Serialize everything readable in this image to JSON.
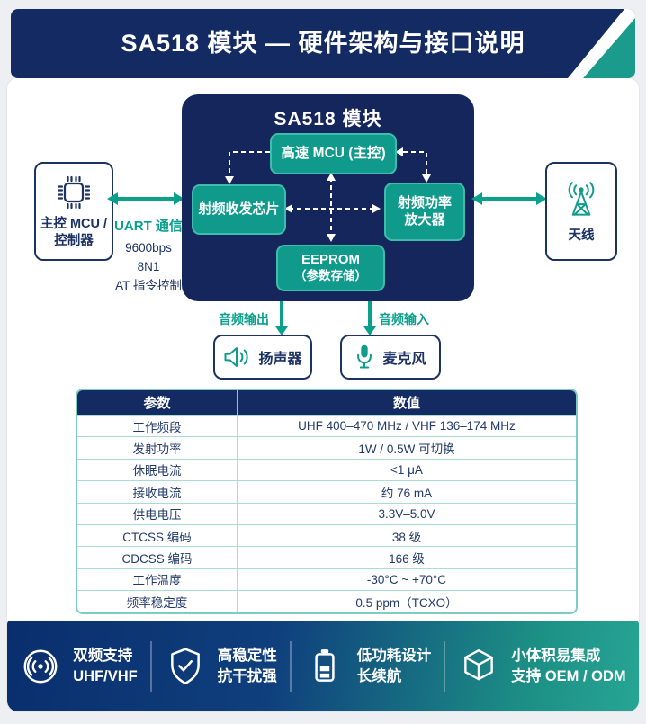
{
  "header": {
    "title": "SA518 模块 — 硬件架构与接口说明"
  },
  "diagram": {
    "left_device": {
      "line1": "主控 MCU /",
      "line2": "控制器"
    },
    "uart": {
      "title": "UART 通信",
      "lines": [
        "9600bps",
        "8N1",
        "AT 指令控制"
      ]
    },
    "module": {
      "title": "SA518 模块",
      "mcu": "高速 MCU (主控)",
      "transceiver": "射频收发芯片",
      "pa_line1": "射频功率",
      "pa_line2": "放大器",
      "eeprom_line1": "EEPROM",
      "eeprom_line2": "（参数存储）"
    },
    "antenna": {
      "label": "天线"
    },
    "audio_out": {
      "label": "音频输出",
      "device": "扬声器"
    },
    "audio_in": {
      "label": "音频输入",
      "device": "麦克风"
    }
  },
  "table": {
    "headers": [
      "参数",
      "数值"
    ],
    "rows": [
      [
        "工作频段",
        "UHF 400–470 MHz / VHF 136–174 MHz"
      ],
      [
        "发射功率",
        "1W / 0.5W 可切换"
      ],
      [
        "休眠电流",
        "<1 μA"
      ],
      [
        "接收电流",
        "约 76 mA"
      ],
      [
        "供电电压",
        "3.3V–5.0V"
      ],
      [
        "CTCSS 编码",
        "38 级"
      ],
      [
        "CDCSS 编码",
        "166 级"
      ],
      [
        "工作温度",
        "-30°C ~ +70°C"
      ],
      [
        "频率稳定度",
        "0.5 ppm（TCXO）"
      ]
    ]
  },
  "footer": {
    "features": [
      {
        "icon": "dual-band-signal-icon",
        "line1": "双频支持",
        "line2": "UHF/VHF"
      },
      {
        "icon": "shield-check-icon",
        "line1": "高稳定性",
        "line2": "抗干扰强"
      },
      {
        "icon": "battery-icon",
        "line1": "低功耗设计",
        "line2": "长续航"
      },
      {
        "icon": "cube-icon",
        "line1": "小体积易集成",
        "line2": "支持 OEM / ODM"
      }
    ]
  },
  "colors": {
    "navy": "#132a63",
    "module_navy": "#15265c",
    "teal_accent": "#0aa08c",
    "teal_box": "#109a8b",
    "table_border": "#7ecdc4",
    "footer_gradient_start": "#0a2e6d",
    "footer_gradient_end": "#27a594",
    "page_background": "#edeff2"
  }
}
